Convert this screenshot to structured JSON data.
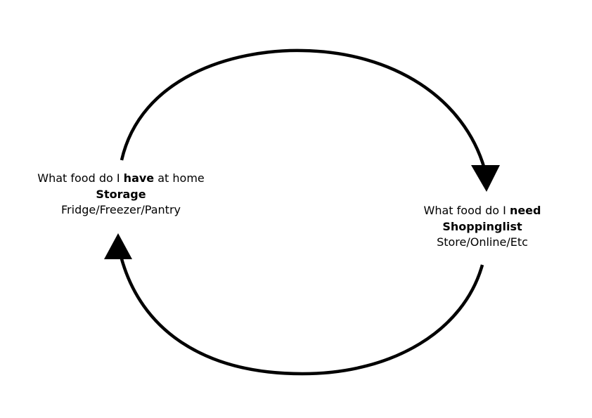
{
  "diagram": {
    "have_node": {
      "question_prefix": "What food do I ",
      "question_emphasis": "have",
      "question_suffix": " at home",
      "title": "Storage",
      "locations": "Fridge/Freezer/Pantry"
    },
    "need_node": {
      "question_prefix": "What food do I ",
      "question_emphasis": "need",
      "question_suffix": "",
      "title": "Shoppinglist",
      "locations": "Store/Online/Etc"
    },
    "edges": [
      {
        "from": "have_node",
        "to": "need_node",
        "direction": "clockwise-top"
      },
      {
        "from": "need_node",
        "to": "have_node",
        "direction": "clockwise-bottom"
      }
    ],
    "colors": {
      "stroke": "#000000",
      "background": "#ffffff"
    }
  }
}
